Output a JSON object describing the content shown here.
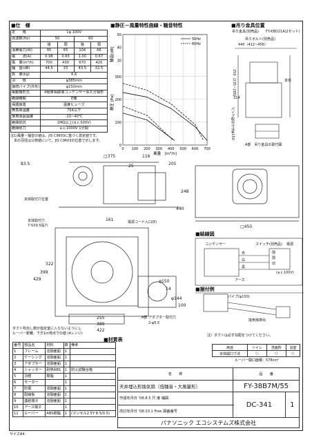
{
  "header": {
    "spec_title": "■仕　様",
    "chart_title": "■静圧－風量特性曲線・騒音特性",
    "hanger_title": "■吊り金具位置",
    "wiring_title": "■結線図",
    "install_title": "■据付例",
    "material_title": "■材質表"
  },
  "spec_table": [
    {
      "label": "定　　格",
      "cells": [
        "1φ 100V"
      ]
    },
    {
      "label": "周波数(Hz)",
      "cells": [
        "50",
        "60"
      ]
    },
    {
      "label": "",
      "cells": [
        "強",
        "弱",
        "強",
        "弱"
      ]
    },
    {
      "label": "消費電力(W)",
      "cells": [
        "95",
        "65",
        "104",
        "66"
      ]
    },
    {
      "label": "電　　流(A)",
      "cells": [
        "0.98",
        "0.65",
        "1.00",
        "0.67"
      ]
    },
    {
      "label": "風　量(m³/h)",
      "cells": [
        "700",
        "430",
        "670",
        "420"
      ]
    },
    {
      "label": "騒　音(dB)",
      "cells": [
        "44.5",
        "33",
        "43.5",
        "32.5"
      ]
    },
    {
      "label": "質　量(kg)",
      "cells": [
        "6.6"
      ]
    },
    {
      "label": "羽　　根",
      "cells": [
        "φ385mm"
      ]
    },
    {
      "label": "接続パイプ(外形)",
      "cells": [
        "φ150mm"
      ]
    },
    {
      "label": "電動機形式",
      "cells": [
        "4極単相誘導コンデンサー永久分相形"
      ]
    },
    {
      "label": "絶縁種類",
      "cells": [
        "E種"
      ]
    },
    {
      "label": "保護装置",
      "cells": [
        "温度ヒューズ"
      ]
    },
    {
      "label": "無負荷温度",
      "cells": [
        "75K以下"
      ]
    },
    {
      "label": "使用周囲温度",
      "cells": [
        "-10~40℃"
      ]
    },
    {
      "label": "絶縁抵抗",
      "cells": [
        "1MΩ以上(d.c.500V)"
      ]
    },
    {
      "label": "絶縁耐力",
      "cells": [
        "a.c.1000V 1分間"
      ]
    }
  ],
  "spec_notes": [
    "注1)風量・騒音の値は、JIS C9603に基づく測定値です。",
    "　本の羽径は公称値にいて，JIS C9603の位置で示します。"
  ],
  "chart_data": {
    "type": "line",
    "title": "",
    "xlabel": "風量　[m³/h]",
    "ylabel": "静圧 [Pa]",
    "y2label": "騒音[dB]",
    "xlim": [
      0,
      700
    ],
    "ylim": [
      0,
      300
    ],
    "y2lim": [
      20,
      50
    ],
    "x_ticks": [
      "0",
      "100",
      "200",
      "300",
      "400",
      "500",
      "600",
      "700"
    ],
    "y_ticks": [
      "0",
      "100",
      "200",
      "300"
    ],
    "y2_ticks": [
      "30",
      "40",
      "50"
    ],
    "legend": [
      "50Hz",
      "60Hz"
    ],
    "series": [
      {
        "name": "50Hz",
        "x": [
          0,
          200,
          400,
          600,
          700
        ],
        "y": [
          230,
          210,
          160,
          80,
          20
        ]
      },
      {
        "name": "60Hz",
        "x": [
          0,
          200,
          400,
          600,
          670
        ],
        "y": [
          270,
          240,
          180,
          90,
          20
        ]
      },
      {
        "name": "50Hz",
        "x": [
          0,
          200,
          430
        ],
        "y": [
          140,
          110,
          20
        ]
      },
      {
        "name": "60Hz",
        "x": [
          0,
          200,
          420
        ],
        "y": [
          170,
          130,
          20
        ]
      }
    ]
  },
  "hanger": {
    "title_left": "吊り金具(別売品)",
    "title_right": "FY-KBD21A(2セット)",
    "l1": "吊りボルト(別売品)",
    "dim_440": "440（412~456）",
    "dim_250": "250（235~285）",
    "dim_214": "214",
    "note_body": "本体",
    "note_pipe": "パイプ取付寸法φ150",
    "view_label": "A部　吊り金具の取付図"
  },
  "dims_main": {
    "d375": "□375",
    "d116": "116",
    "d205": "205",
    "d835": "83.5",
    "d25": "25",
    "d248": "248",
    "d440": "440",
    "d161": "161",
    "d450": "□450",
    "d322": "322",
    "d399": "399",
    "d429": "429",
    "d255": "255",
    "d389": "389",
    "d422": "422",
    "d144": "φ144",
    "d100": "100",
    "d150": "φ150",
    "d14": "14"
  },
  "labels_main": {
    "ceiling": "本体取付穴位置",
    "mount_hole": "本体取付穴",
    "mount_hole2": "7-5X9.5長穴",
    "cord": "電源コード入口(E)",
    "adapter": "アダプター取付穴",
    "adapter2": "2-φ5.5",
    "a_part": "A部",
    "note1": "ダクト吹出し側が指定室に入らないようにし",
    "note2": "ルーバー距離、下方1m地点での値 (4レンジ)"
  },
  "wiring": {
    "cap": "コンデンサー",
    "red": "赤",
    "white": "白",
    "black": "黒",
    "switch": "スイッチ(別売品)",
    "power": "電源",
    "ac": "(a.c.100V)",
    "earth": "アース",
    "strong": "強",
    "weak": "弱",
    "off": "切"
  },
  "install": {
    "pipe": "パイプ(φ150)",
    "outside": "換気扇排出",
    "note": "注）ダクトは必ず勾配をつけてください。"
  },
  "route_table": {
    "h": [
      "用途",
      "トイレ",
      "洗面所",
      "浴室"
    ],
    "r": [
      "本体開口寸法",
      "○",
      "○",
      "○"
    ],
    "louver": "ルーバー開口面積：578cm²"
  },
  "parts": {
    "head": [
      "番号",
      "部品名",
      "材料",
      "数",
      "備考"
    ],
    "rows": [
      [
        "1",
        "フレーム",
        "溶融亜鉛",
        "1",
        ""
      ],
      [
        "2",
        "ケーシング",
        "溶融亜鉛",
        "1",
        ""
      ],
      [
        "3",
        "アダプター",
        "溶融亜鉛",
        "1",
        ""
      ],
      [
        "4",
        "シャッター",
        "耐熱ABS",
        "1",
        "防火試験合格"
      ],
      [
        "5",
        "羽根",
        "樹脂",
        "1",
        ""
      ],
      [
        "6",
        "モーター",
        "",
        "1",
        ""
      ],
      [
        "7",
        "防振",
        "溶融亜鉛",
        "1",
        ""
      ],
      [
        "8",
        "配線板",
        "溶融亜鉛",
        "1",
        ""
      ],
      [
        "9",
        "連結端子",
        "溶融亜鉛",
        "1",
        ""
      ],
      [
        "10",
        "アース端子",
        "",
        "1",
        ""
      ],
      [
        "11",
        "ルーバー",
        "ABS樹脂",
        "1",
        "(マンセル2.5Y 8.5/0.5)"
      ]
    ]
  },
  "title_block": {
    "name_h": "名　　称",
    "no_h": "品　　番",
    "name": "天井埋込形換気扇（低騒音・大風量形）",
    "model": "FY-38B7M/55",
    "date1": "作成年月日 '08.8.5 尺 度 縮図",
    "date2": "改訂年月日 '08.10.1 Free 図番番号",
    "dwg": "DC-341",
    "qty": "1",
    "company": "パナソニック エコシステムズ株式会社"
  },
  "footer": {
    "size": "サイズA4"
  }
}
